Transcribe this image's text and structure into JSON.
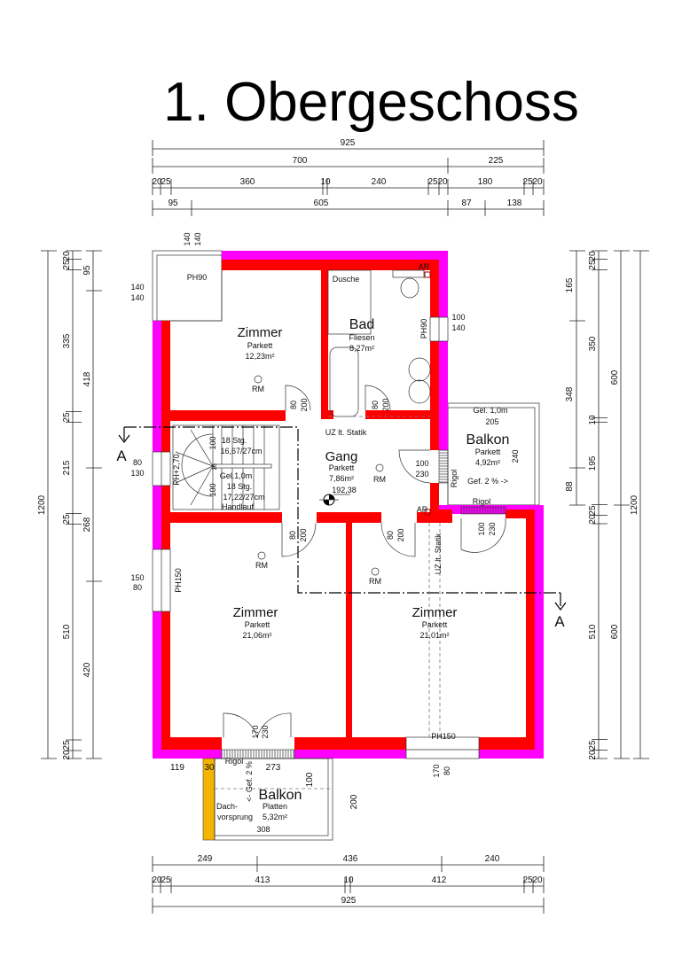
{
  "title": "1. Obergeschoss",
  "colors": {
    "wall": "#ff0000",
    "insulation": "#ff00ff",
    "roof_overhang": "#f5b400"
  },
  "dimensions": {
    "top": {
      "row1": [
        "925"
      ],
      "row2": [
        "700",
        "225"
      ],
      "row3": [
        "20",
        "25",
        "360",
        "10",
        "240",
        "25",
        "20",
        "180",
        "25",
        "20"
      ],
      "row4": [
        "95",
        "605",
        "87",
        "138"
      ]
    },
    "bottom": {
      "row1": [
        "249",
        "436",
        "240"
      ],
      "row2": [
        "20",
        "25",
        "413",
        "10",
        "412",
        "25",
        "20"
      ],
      "row3": [
        "925"
      ]
    },
    "left": {
      "col1": [
        "25",
        "20",
        "335",
        "25",
        "215",
        "25",
        "510",
        "20",
        "25"
      ],
      "col2": [
        "95",
        "418",
        "268",
        "420"
      ],
      "total": "1200"
    },
    "right": {
      "col1": [
        "165",
        "348",
        "88"
      ],
      "col2": [
        "25",
        "20",
        "350",
        "10",
        "195",
        "25",
        "20",
        "510",
        "20",
        "25"
      ],
      "col3": [
        "600",
        "600"
      ],
      "total": "1200"
    }
  },
  "rooms": {
    "zimmer_top": {
      "name": "Zimmer",
      "floor": "Parkett",
      "area": "12,23m²",
      "rm": "RM"
    },
    "bad": {
      "name": "Bad",
      "floor": "Fliesen",
      "area": "8,27m²",
      "shower": "Dusche",
      "window": "PH90"
    },
    "gang": {
      "name": "Gang",
      "floor": "Parkett",
      "area": "7,86m²",
      "rm": "RM",
      "level": "192,38"
    },
    "balkon_top": {
      "name": "Balkon",
      "floor": "Parkett",
      "area": "4,92m²",
      "railing": "Gel. 1,0m",
      "width": "205",
      "depth": "240",
      "slope": "Gef. 2 % ->"
    },
    "zimmer_left": {
      "name": "Zimmer",
      "floor": "Parkett",
      "area": "21,06m²",
      "rm": "RM"
    },
    "zimmer_right": {
      "name": "Zimmer",
      "floor": "Parkett",
      "area": "21,01m²",
      "rm": "RM"
    },
    "balkon_bottom": {
      "name": "Balkon",
      "floor": "Platten",
      "area": "5,32m²",
      "overhang_1": "Dach-",
      "overhang_2": "vorsprung",
      "width": "308",
      "inner": "273",
      "offset": "119",
      "overhang_w": "30",
      "d100": "100",
      "d200": "200",
      "rigol": "Rigol",
      "slope": "<- Gef. 2 %"
    }
  },
  "stairs": {
    "upper_steps": "18 Stg.",
    "upper_ratio": "16,67/27cm",
    "railing": "Gel.1,0m",
    "lower_steps": "18 Stg.",
    "lower_ratio": "17,22/27cm",
    "handrail": "Handlauf",
    "headroom": "PH+2,70",
    "w1": "100",
    "w2": "100",
    "mid": "16"
  },
  "openings": {
    "win_tl": "PH90",
    "win_top_a": "140",
    "win_top_b": "140",
    "win_l1_a": "140",
    "win_l1_b": "140",
    "win_l2_a": "80",
    "win_l2_b": "130",
    "win_l3_a": "150",
    "win_l3_b": "80",
    "win_l3_label": "PH150",
    "win_bad_a": "100",
    "win_bad_b": "140",
    "win_bottom": "PH150",
    "win_bottom_a": "170",
    "win_bottom_b": "80",
    "d_zimmer_a": "80",
    "d_zimmer_b": "200",
    "d_bad_a": "80",
    "d_bad_b": "200",
    "d_balkon_a": "100",
    "d_balkon_b": "230",
    "d_zl_a": "80",
    "d_zl_b": "200",
    "d_zr_a": "80",
    "d_zr_b": "200",
    "d_zr_balkon_a": "100",
    "d_zr_balkon_b": "230",
    "d_south_a": "170",
    "d_south_b": "230",
    "rigol_1": "Rigol",
    "rigol_2": "Rigol",
    "ar_1": "AR",
    "ar_2": "AR",
    "uz_1": "UZ lt. Statik",
    "uz_2": "UZ lt. Statik",
    "section_1": "A",
    "section_2": "A"
  }
}
